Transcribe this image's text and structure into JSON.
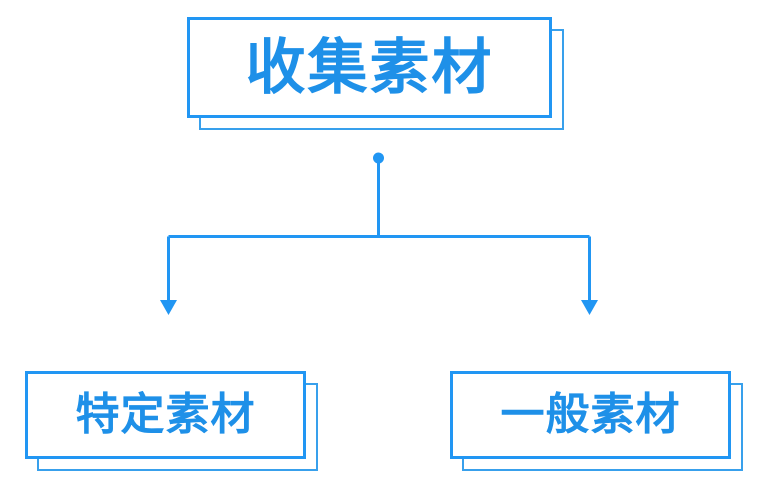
{
  "diagram": {
    "type": "flowchart",
    "orientation": "top-down",
    "background_color": "#ffffff",
    "accent_color": "#2196f3",
    "text_color": "#1e90e8",
    "shadow_border_color": "#38a0ec",
    "connector_color": "#2196f3",
    "nodes": {
      "root": {
        "label": "收集素材",
        "level": 0
      },
      "child_left": {
        "label": "特定素材",
        "level": 1
      },
      "child_right": {
        "label": "一般素材",
        "level": 1
      }
    },
    "edges": [
      {
        "from": "收集素材",
        "to": "特定素材",
        "style": "elbow-arrow"
      },
      {
        "from": "收集素材",
        "to": "一般素材",
        "style": "elbow-arrow"
      }
    ],
    "connector": {
      "origin_dot": "origin-dot",
      "arrowhead": "arrow-down"
    }
  }
}
